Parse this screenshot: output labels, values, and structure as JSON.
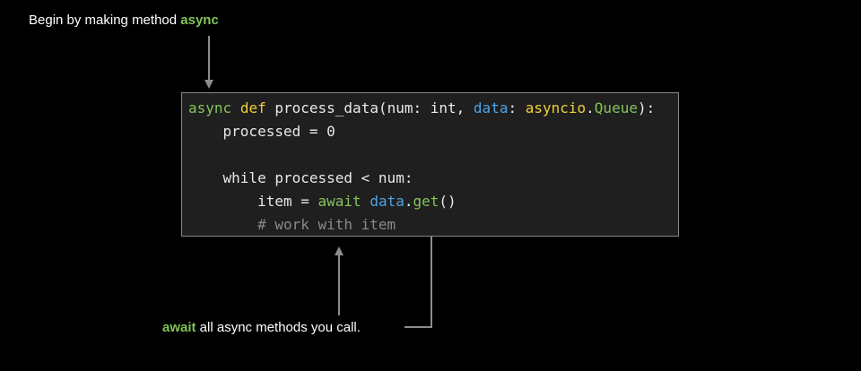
{
  "top_annotation": {
    "text": "Begin by making method ",
    "keyword": "async"
  },
  "bottom_annotation": {
    "keyword": "await",
    "text": " all async methods you call."
  },
  "code": {
    "line1": {
      "async_kw": "async",
      "def_kw": "def",
      "func_name": "process_data(num: int, ",
      "param": "data",
      "colon": ": ",
      "module": "asyncio",
      "dot": ".",
      "type": "Queue",
      "close": "):"
    },
    "line2": "    processed = 0",
    "line3": "",
    "line4": "    while processed < num:",
    "line5": {
      "indent_lhs": "        item = ",
      "await_kw": "await",
      "obj": "data",
      "dot": ".",
      "method": "get",
      "call": "()"
    },
    "line6": "        # work with item"
  },
  "colors": {
    "background": "#000000",
    "code_background": "#1f1f1f",
    "keyword_green": "#85c25a",
    "keyword_yellow": "#f0cf3a",
    "param_blue": "#4ea3e6",
    "comment_gray": "#8a8a8a",
    "arrow_gray": "#8c8c8c"
  }
}
